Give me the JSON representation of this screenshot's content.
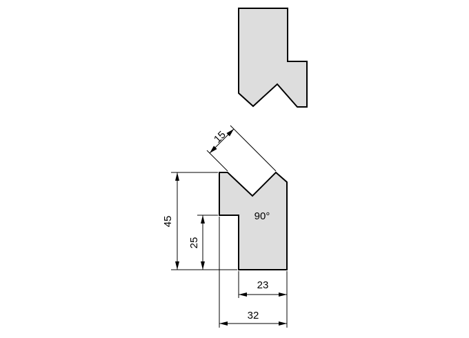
{
  "diagram": {
    "angle_label": "90°",
    "dimensions": {
      "height_total": "45",
      "height_step": "25",
      "width_inner": "23",
      "width_total": "32",
      "v_width": "15"
    }
  }
}
